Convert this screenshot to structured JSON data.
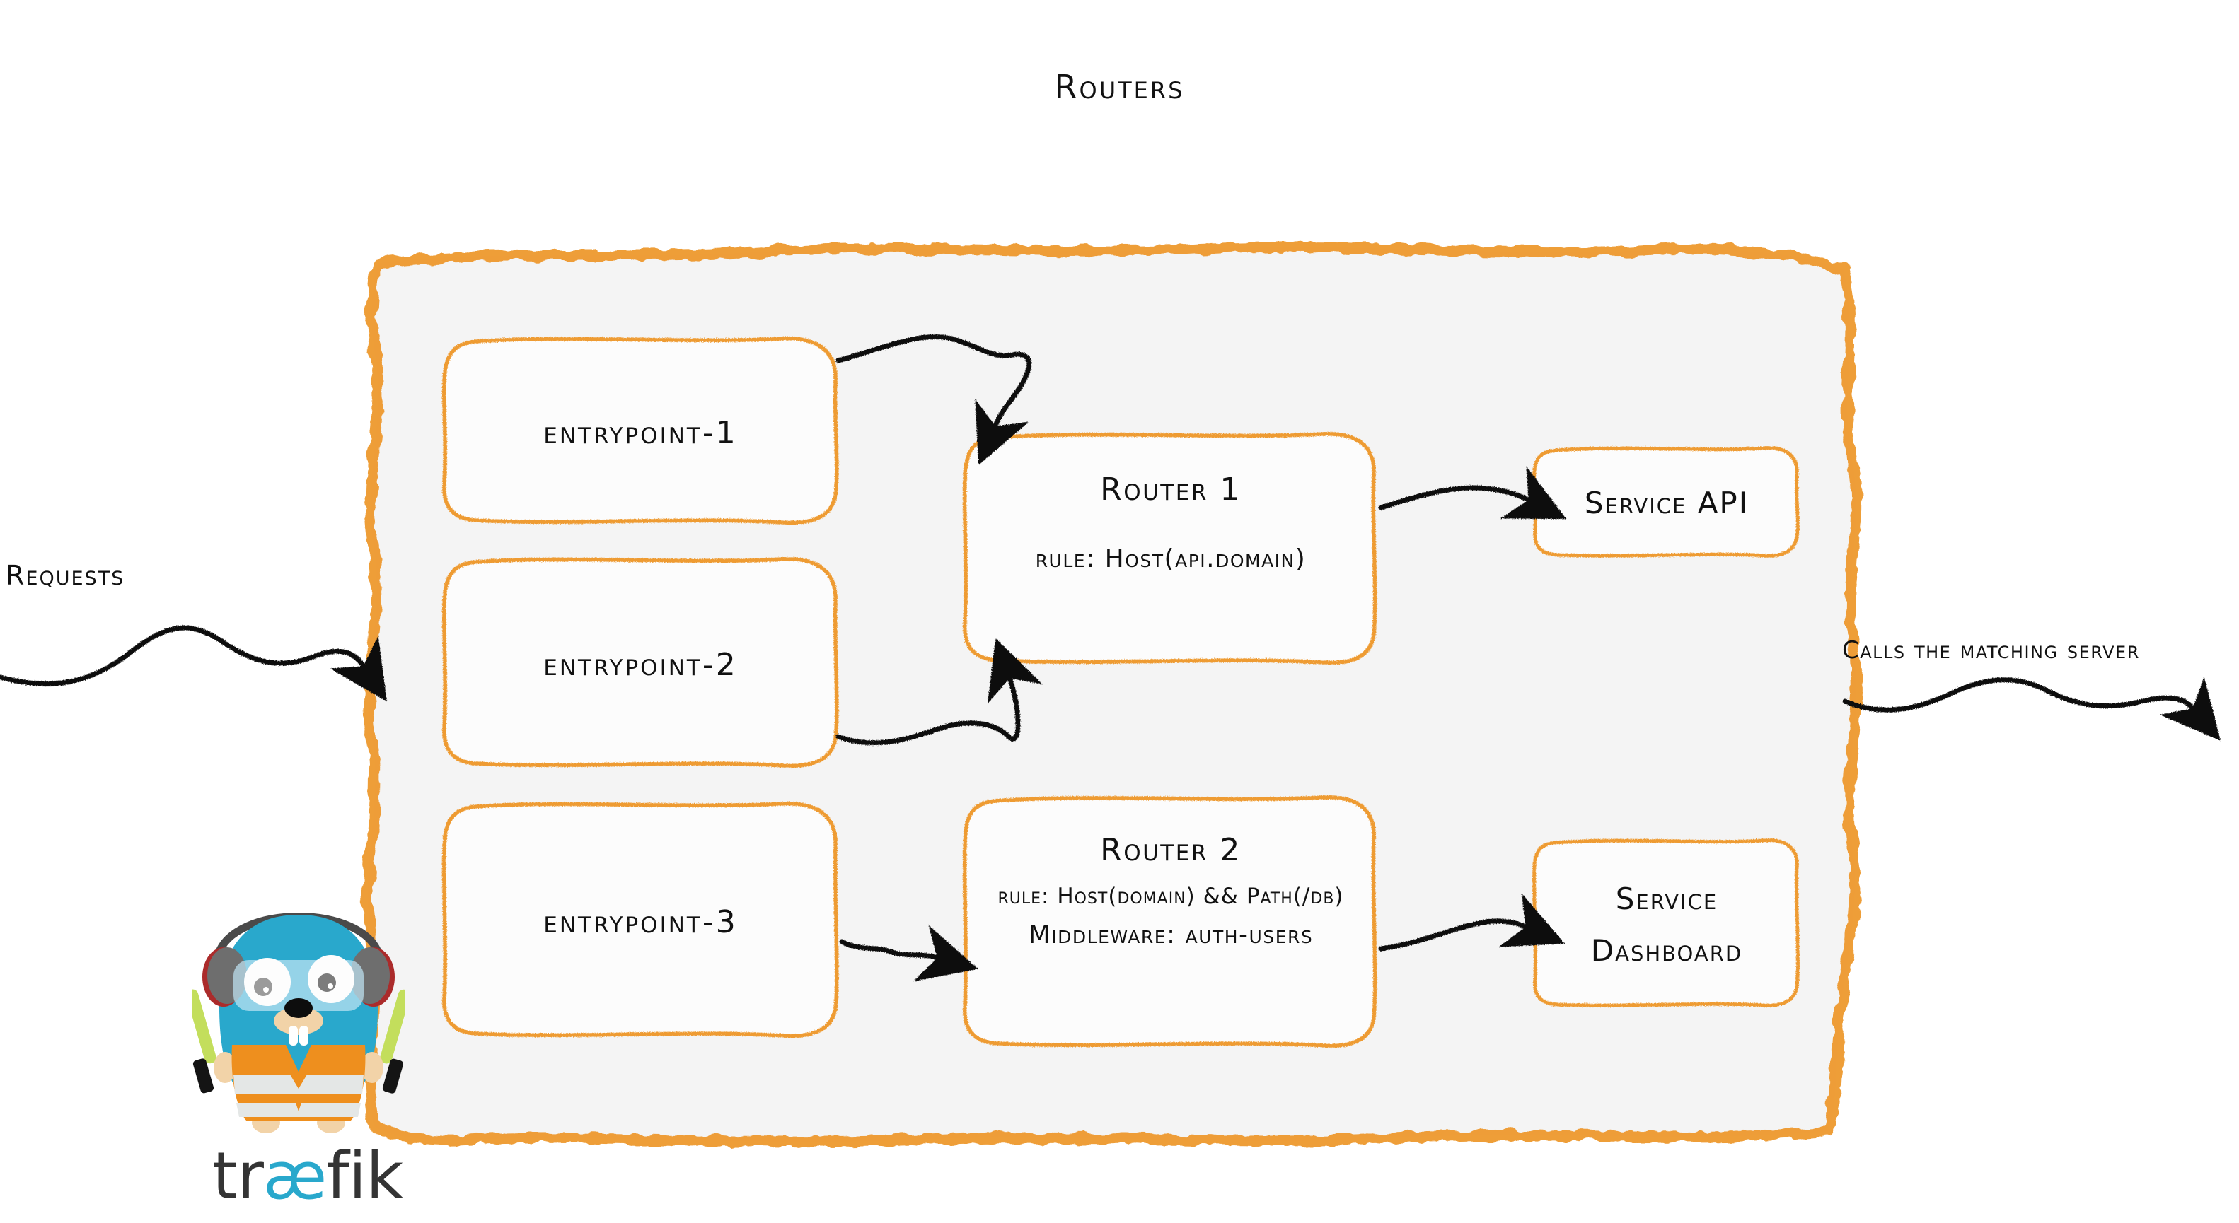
{
  "diagram": {
    "title": "Routers",
    "brand_color": "#EE9B33",
    "panel_fill": "#F4F4F4",
    "ink_color": "#111111"
  },
  "flow": {
    "incoming_label": "Requests",
    "outgoing_label": "Calls the matching server"
  },
  "entrypoints": [
    {
      "label": "entrypoint-1"
    },
    {
      "label": "entrypoint-2"
    },
    {
      "label": "entrypoint-3"
    }
  ],
  "routers": [
    {
      "title": "Router 1",
      "lines": [
        "rule: Host(api.domain)"
      ]
    },
    {
      "title": "Router 2",
      "lines": [
        "rule: Host(domain) && Path(/db)",
        "Middleware: auth-users"
      ]
    }
  ],
  "services": [
    {
      "label": "Service API",
      "line1": "Service API",
      "line2": ""
    },
    {
      "label": "Service Dashboard",
      "line1": "Service",
      "line2": "Dashboard"
    }
  ],
  "logo": {
    "name_part1": "tr",
    "name_part2": "æ",
    "name_part3": "fik",
    "mascot": "traefik-gopher-mascot",
    "colors": {
      "body": "#29A8CC",
      "vest": "#EE8F1E",
      "stripe": "#E4E7E6",
      "wand": "#C3DE5C",
      "ear_muff": "#6E6E6E",
      "ear_muff_rim": "#AB2B2B",
      "skin": "#F2D3A8",
      "text_dark": "#343434",
      "text_accent": "#29A8CC"
    }
  },
  "connections": [
    {
      "from": "entrypoint-1",
      "to": "Router 1"
    },
    {
      "from": "entrypoint-2",
      "to": "Router 1"
    },
    {
      "from": "entrypoint-3",
      "to": "Router 2"
    },
    {
      "from": "Router 1",
      "to": "Service API"
    },
    {
      "from": "Router 2",
      "to": "Service Dashboard"
    }
  ]
}
